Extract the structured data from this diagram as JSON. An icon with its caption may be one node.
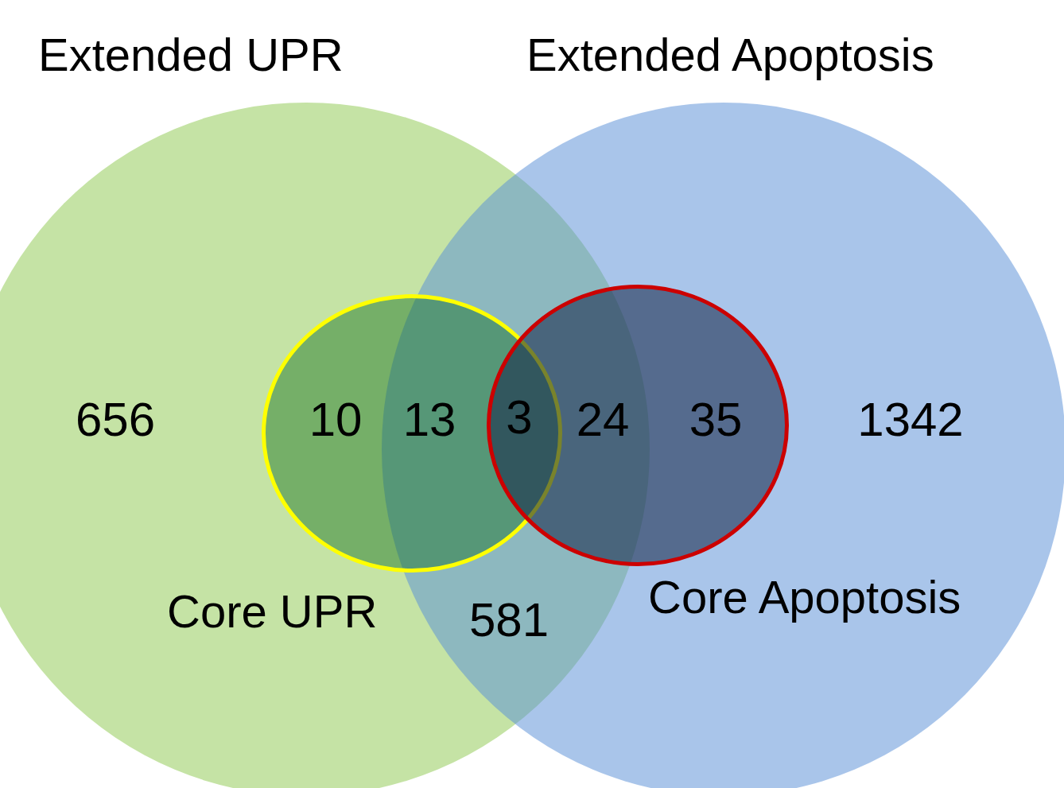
{
  "diagram": {
    "nodes": [
      {
        "text": [
          "Extended UPR"
        ]
      },
      {
        "text": [
          "Extended Apoptosis"
        ]
      },
      {
        "text": [
          "Core UPR"
        ],
        "in": 0
      },
      {
        "text": [
          "Core Apoptosis"
        ],
        "in": 1
      }
    ],
    "edges": [],
    "labels": [
      "656",
      "10",
      "13",
      "3",
      "24",
      "35",
      "1342",
      "581"
    ]
  }
}
